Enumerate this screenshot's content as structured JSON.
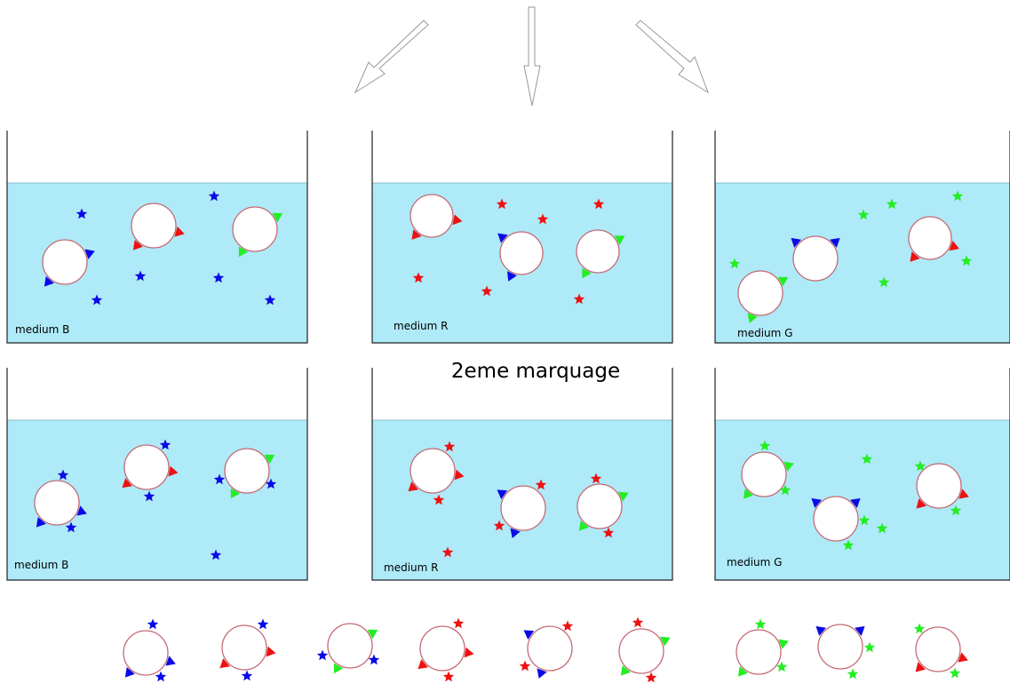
{
  "colors": {
    "blue": "#0a0ae6",
    "red": "#ee1111",
    "green": "#22ee22",
    "medium": "#aeeaf8",
    "cell_border": "#c46a74"
  },
  "title": "2eme marquage",
  "containers": [
    {
      "label": "medium B",
      "color": "blue"
    },
    {
      "label": "medium R",
      "color": "red"
    },
    {
      "label": "medium G",
      "color": "green"
    },
    {
      "label": "medium B",
      "color": "blue"
    },
    {
      "label": "medium R",
      "color": "red"
    },
    {
      "label": "medium G",
      "color": "green"
    }
  ]
}
